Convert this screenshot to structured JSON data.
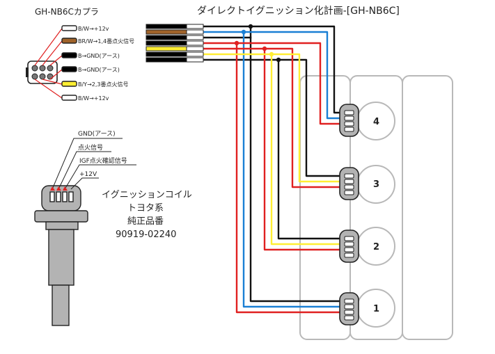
{
  "title": "ダイレクトイグニッション化計画-[GH-NB6C]",
  "connector": {
    "title": "GH-NB6Cカプラ",
    "pins": [
      {
        "label": "B/W→+12v",
        "color": "#ffffff"
      },
      {
        "label": "BR/W→1,4番点火信号",
        "color": "#a0632a"
      },
      {
        "label": "B→GND(アース)",
        "color": "#000000"
      },
      {
        "label": "B→GND(アース)",
        "color": "#000000"
      },
      {
        "label": "B/Y→2,3番点火信号",
        "color": "#ffee33"
      },
      {
        "label": "B/W→+12v",
        "color": "#ffffff"
      }
    ]
  },
  "coil": {
    "pins": [
      "GND(アース)",
      "点火信号",
      "IGF点火確認信号",
      "+12V"
    ],
    "desc": [
      "イグニッションコイル",
      "トヨタ系",
      "純正品番",
      "90919-02240"
    ]
  },
  "cylinders": [
    "4",
    "3",
    "2",
    "1"
  ],
  "wire_colors": {
    "black": "#111111",
    "brown": "#a0632a",
    "blue": "#1a7fd4",
    "red": "#e02020",
    "yellow": "#ffee33",
    "outline": "#b8b8b8"
  }
}
